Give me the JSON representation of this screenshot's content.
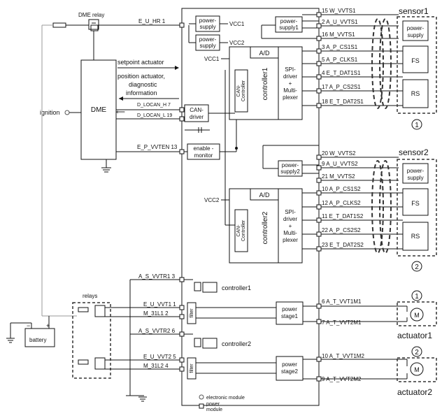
{
  "labels": {
    "dme_relay": "DME relay",
    "dme": "DME",
    "ignition": "ignition",
    "battery": "battery",
    "relays": "relays",
    "setpoint": "setpoint actuator",
    "position": "position actuator,",
    "diagnostic": "diagnostic",
    "information": "information",
    "power_supply": "power-",
    "supply": "supply",
    "power_supply1": "power-",
    "supply1": "supply1",
    "power_supply2": "power-",
    "supply2": "supply2",
    "vcc1": "VCC1",
    "vcc2": "VCC2",
    "ad": "A/D",
    "controller1": "controller1",
    "controller2": "controller2",
    "can": "CAN-",
    "controller_small": "Controller",
    "spi": "SPI-",
    "driver": "driver",
    "plus": "+",
    "multi": "Multi-",
    "plexer": "plexer",
    "can_driver1": "CAN-",
    "can_driver2": "driver",
    "enable1": "enable -",
    "enable2": "monitor",
    "filter": "filter",
    "power_stage": "power",
    "stage1": "stage1",
    "stage2": "stage2",
    "sensor1": "sensor1",
    "sensor2": "sensor2",
    "actuator1": "actuator1",
    "actuator2": "actuator2",
    "fs": "FS",
    "rs": "RS",
    "m": "M",
    "one": "1",
    "two": "2",
    "legend_electronic": "electronic module",
    "legend_power": "power",
    "legend_module": "module"
  },
  "signals": {
    "e_u_hr": "E_U_HR  1",
    "d_locan_h": "D_LOCAN_H  7",
    "d_locan_l": "D_LOCAN_L  19",
    "e_p_vvten": "E_P_VVTEN  13",
    "a_s_vvtr1": "A_S_VVTR1  3",
    "e_u_vvt1": "E_U_VVT1  1",
    "m_31l1": "M_31L1  2",
    "a_s_vvtr2": "A_S_VVTR2  6",
    "e_u_vvt2": "E_U_VVT2  5",
    "m_31l2": "M_31L2  4"
  },
  "pins_sensor1": [
    "15  W_VVTS1",
    "2  A_U_VVTS1",
    "16  M_VVTS1",
    "3  A_P_CS1S1",
    "5  A_P_CLKS1",
    "4  E_T_DAT1S1",
    "17  A_P_CS2S1",
    "18  E_T_DAT2S1"
  ],
  "pins_sensor2": [
    "20  W_VVTS2",
    "9  A_U_VVTS2",
    "21  M_VVTS2",
    "10  A_P_CS1S2",
    "12  A_P_CLKS2",
    "11  E_T_DAT1S2",
    "22  A_P_CS2S2",
    "23  E_T_DAT2S2"
  ],
  "pins_actuator": [
    "6  A_T_VVT1M1",
    "7  A_T_VVT2M1",
    "10  A_T_VVT1M2",
    "9  A_T_VVT2M2"
  ]
}
